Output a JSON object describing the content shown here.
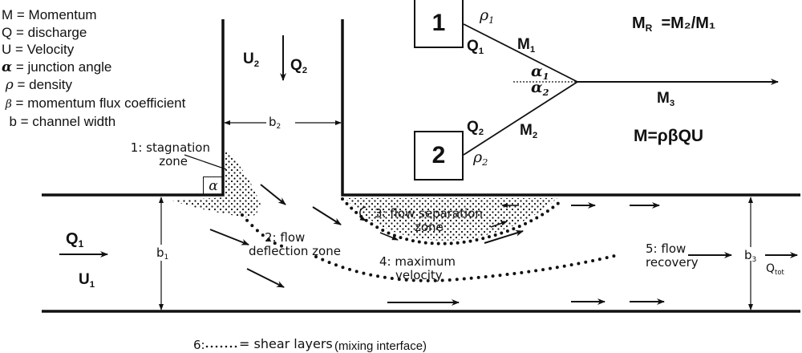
{
  "legend": [
    {
      "symbol": "M",
      "definition": "Momentum"
    },
    {
      "symbol": "Q",
      "definition": "discharge"
    },
    {
      "symbol": "U",
      "definition": "Velocity"
    },
    {
      "symbol": "α",
      "definition": "junction angle"
    },
    {
      "symbol": "ρ",
      "definition": "density"
    },
    {
      "symbol": "β",
      "definition": "momentum flux coefficient"
    },
    {
      "symbol": "b",
      "definition": "channel width"
    }
  ],
  "legend_separator": " = ",
  "tributary": {
    "velocity": "U",
    "velocity_sub": "2",
    "discharge": "Q",
    "discharge_sub": "2",
    "width": "b",
    "width_sub": "2"
  },
  "main_channel": {
    "discharge": "Q",
    "discharge_sub": "1",
    "velocity": "U",
    "velocity_sub": "1",
    "width": "b",
    "width_sub": "1"
  },
  "downstream": {
    "width": "b",
    "width_sub": "3",
    "discharge": "Q",
    "discharge_sub": "tot"
  },
  "angle_symbol": "α",
  "zones": {
    "z1_line1": "1: stagnation",
    "z1_line2": "zone",
    "z2_line1": "2: flow",
    "z2_line2": "deflection zone",
    "z3_line1": "3: flow separation",
    "z3_line2": "zone",
    "z4_line1": "4: maximum",
    "z4_line2": "velocity",
    "z5_line1": "5: flow",
    "z5_line2": "recovery",
    "z6_prefix": "6:",
    "z6_label": "= shear layers",
    "z6_note": "(mixing interface)"
  },
  "momentum_diagram": {
    "box1": "1",
    "box2": "2",
    "rho1": "ρ",
    "rho1_sub": "1",
    "q1": "Q",
    "q1_sub": "1",
    "m1": "M",
    "m1_sub": "1",
    "alpha1": "α",
    "alpha1_sub": "1",
    "alpha2": "α",
    "alpha2_sub": "2",
    "q2": "Q",
    "q2_sub": "2",
    "m2": "M",
    "m2_sub": "2",
    "rho2": "ρ",
    "rho2_sub": "2",
    "m3": "M",
    "m3_sub": "3",
    "ratio_lhs": "M",
    "ratio_lhs_sub": "R",
    "ratio_rhs": "=M₂/M₁",
    "formula": "M=ρβQU"
  }
}
